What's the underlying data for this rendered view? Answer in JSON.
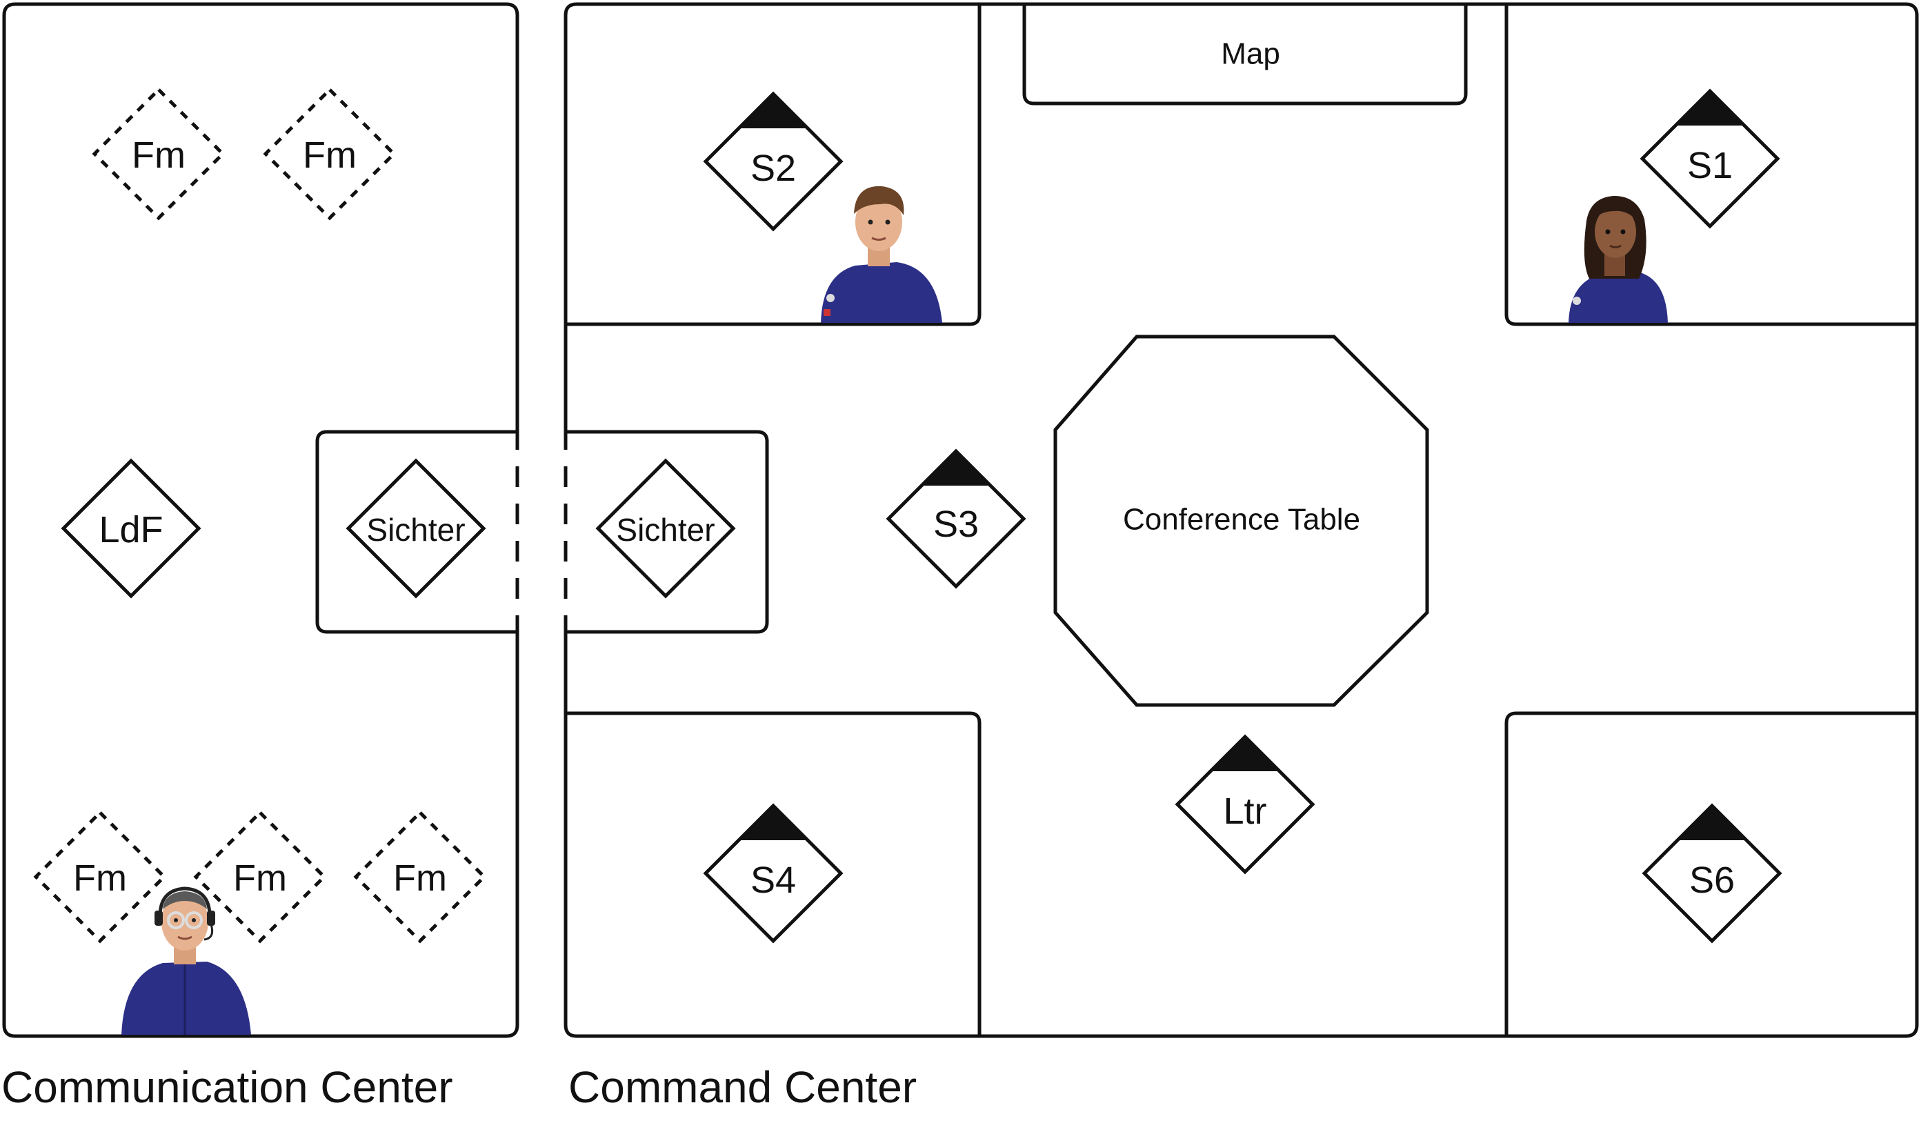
{
  "rooms": {
    "communication_center": "Communication Center",
    "command_center": "Command Center"
  },
  "fixtures": {
    "map": "Map",
    "conference_table": "Conference Table"
  },
  "positions": {
    "fm": "Fm",
    "ldf": "LdF",
    "sichter": "Sichter",
    "s1": "S1",
    "s2": "S2",
    "s3": "S3",
    "s4": "S4",
    "s6": "S6",
    "ltr": "Ltr"
  },
  "colors": {
    "line": "#111111",
    "uniform": "#2c2f86",
    "skin_light": "#e7b28f",
    "skin_dark": "#8b5a3c"
  }
}
